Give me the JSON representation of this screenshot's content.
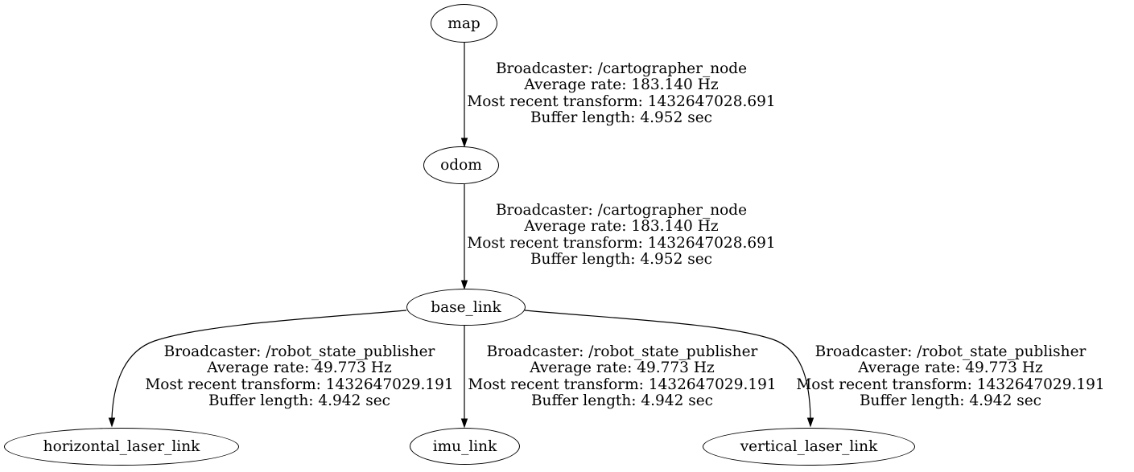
{
  "diagram": {
    "type": "tf-frame-tree",
    "colors": {
      "background": "#ffffff",
      "node_fill": "#ffffff",
      "stroke": "#000000",
      "text": "#000000"
    },
    "nodes": [
      {
        "label": "map"
      },
      {
        "label": "odom"
      },
      {
        "label": "base_link"
      },
      {
        "label": "horizontal_laser_link"
      },
      {
        "label": "imu_link"
      },
      {
        "label": "vertical_laser_link"
      }
    ],
    "edges": [
      {
        "from": "map",
        "to": "odom",
        "label_lines": [
          "Broadcaster: /cartographer_node",
          "Average rate: 183.140 Hz",
          "Most recent transform: 1432647028.691",
          "Buffer length: 4.952 sec"
        ]
      },
      {
        "from": "odom",
        "to": "base_link",
        "label_lines": [
          "Broadcaster: /cartographer_node",
          "Average rate: 183.140 Hz",
          "Most recent transform: 1432647028.691",
          "Buffer length: 4.952 sec"
        ]
      },
      {
        "from": "base_link",
        "to": "horizontal_laser_link",
        "label_lines": [
          "Broadcaster: /robot_state_publisher",
          "Average rate: 49.773 Hz",
          "Most recent transform: 1432647029.191",
          "Buffer length: 4.942 sec"
        ]
      },
      {
        "from": "base_link",
        "to": "imu_link",
        "label_lines": [
          "Broadcaster: /robot_state_publisher",
          "Average rate: 49.773 Hz",
          "Most recent transform: 1432647029.191",
          "Buffer length: 4.942 sec"
        ]
      },
      {
        "from": "base_link",
        "to": "vertical_laser_link",
        "label_lines": [
          "Broadcaster: /robot_state_publisher",
          "Average rate: 49.773 Hz",
          "Most recent transform: 1432647029.191",
          "Buffer length: 4.942 sec"
        ]
      }
    ]
  }
}
